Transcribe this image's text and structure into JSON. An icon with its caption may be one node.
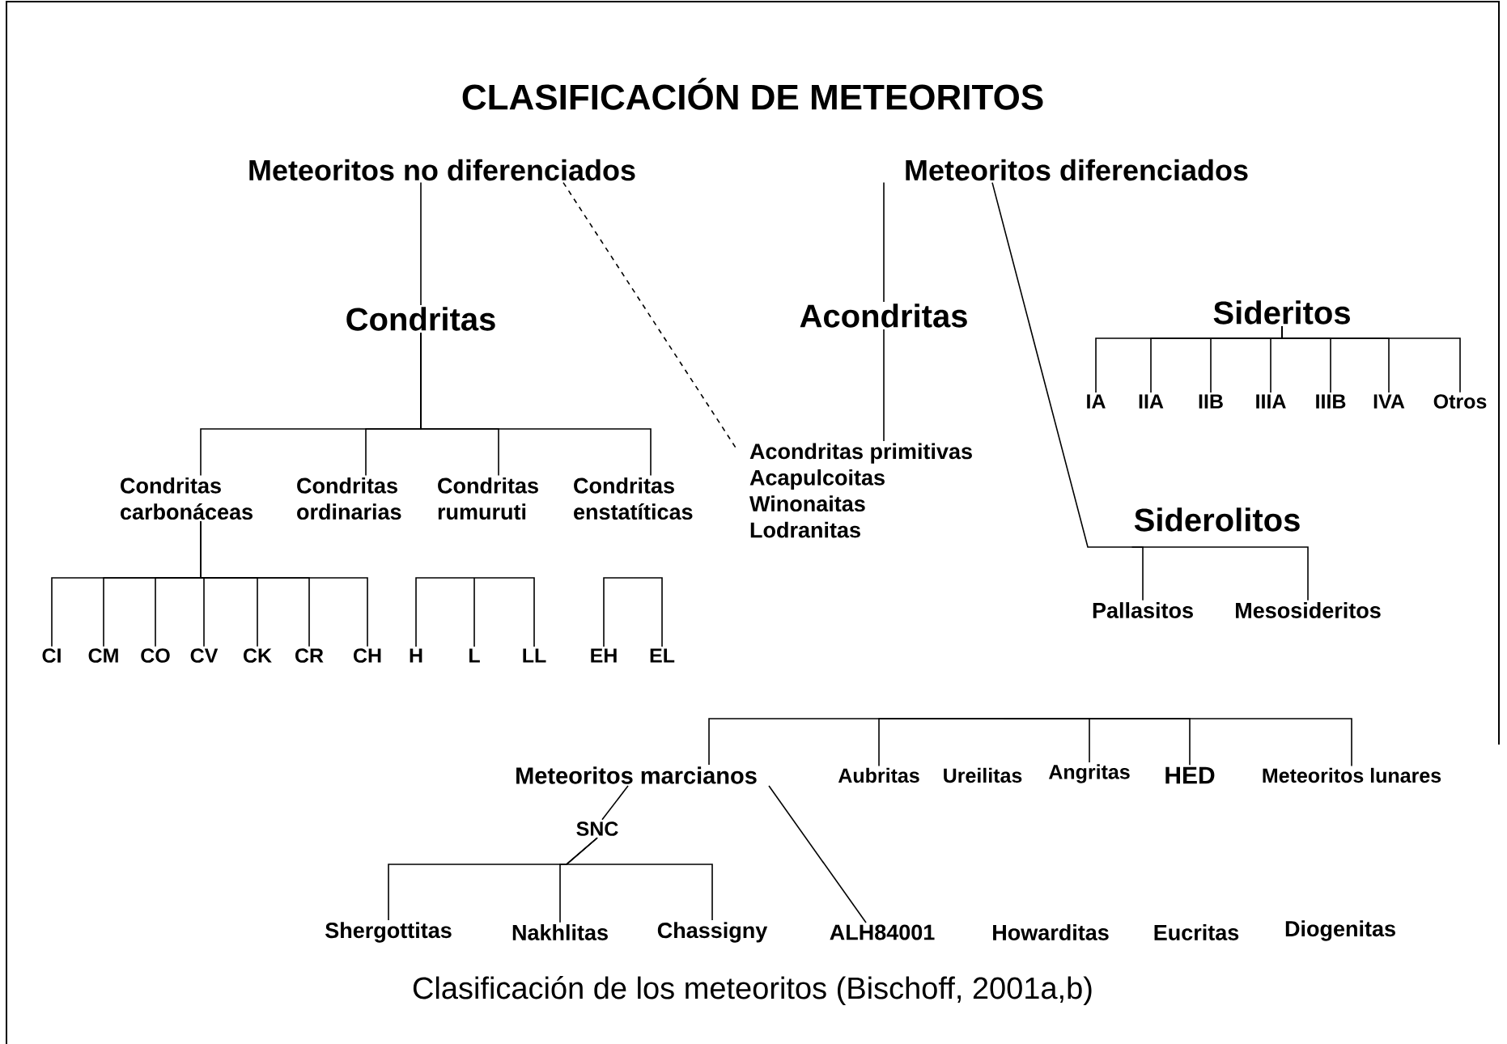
{
  "diagram": {
    "title": "CLASIFICACIÓN DE METEORITOS",
    "caption": "Clasificación de los meteoritos (Bischoff, 2001a,b)",
    "nodes": [
      {
        "text": [
          "Meteoritos no diferenciados"
        ]
      },
      {
        "text": [
          "Meteoritos diferenciados"
        ]
      },
      {
        "text": [
          "Condritas"
        ]
      },
      {
        "text": [
          "Condritas carbonáceas"
        ]
      },
      {
        "text": [
          "Condritas ordinarias"
        ]
      },
      {
        "text": [
          "Condritas rumuruti"
        ]
      },
      {
        "text": [
          "Condritas enstatíticas"
        ]
      },
      {
        "text": [
          "CI"
        ]
      },
      {
        "text": [
          "CM"
        ]
      },
      {
        "text": [
          "CO"
        ]
      },
      {
        "text": [
          "CV"
        ]
      },
      {
        "text": [
          "CK"
        ]
      },
      {
        "text": [
          "CR"
        ]
      },
      {
        "text": [
          "CH"
        ]
      },
      {
        "text": [
          "H"
        ]
      },
      {
        "text": [
          "L"
        ]
      },
      {
        "text": [
          "LL"
        ]
      },
      {
        "text": [
          "EH"
        ]
      },
      {
        "text": [
          "EL"
        ]
      },
      {
        "text": [
          "Acondritas"
        ]
      },
      {
        "text": [
          "Acondritas primitivas",
          "Acapulcoitas",
          "Winonaitas",
          "Lodranitas"
        ]
      },
      {
        "text": [
          "Sideritos"
        ]
      },
      {
        "text": [
          "IA"
        ]
      },
      {
        "text": [
          "IIA"
        ]
      },
      {
        "text": [
          "IIB"
        ]
      },
      {
        "text": [
          "IIIA"
        ]
      },
      {
        "text": [
          "IIIB"
        ]
      },
      {
        "text": [
          "IVA"
        ]
      },
      {
        "text": [
          "Otros"
        ]
      },
      {
        "text": [
          "Siderolitos"
        ]
      },
      {
        "text": [
          "Pallasitos"
        ]
      },
      {
        "text": [
          "Mesosideritos"
        ]
      },
      {
        "text": [
          "Meteoritos marcianos"
        ]
      },
      {
        "text": [
          "Aubritas"
        ]
      },
      {
        "text": [
          "Angritas"
        ]
      },
      {
        "text": [
          "HED"
        ]
      },
      {
        "text": [
          "Meteoritos lunares"
        ]
      },
      {
        "text": [
          "SNC"
        ]
      },
      {
        "text": [
          "Shergottitas"
        ]
      },
      {
        "text": [
          "Nakhlitas"
        ]
      },
      {
        "text": [
          "Chassigny"
        ]
      },
      {
        "text": [
          "ALH84001"
        ]
      }
    ],
    "edges": [
      {
        "from": 0,
        "to": 2,
        "arrow": "none"
      },
      {
        "from": 2,
        "to": 3,
        "arrow": "none"
      },
      {
        "from": 2,
        "to": 4,
        "arrow": "none"
      },
      {
        "from": 2,
        "to": 5,
        "arrow": "none"
      },
      {
        "from": 2,
        "to": 6,
        "arrow": "none"
      },
      {
        "from": 3,
        "to": 7,
        "arrow": "none"
      },
      {
        "from": 3,
        "to": 8,
        "arrow": "none"
      },
      {
        "from": 3,
        "to": 9,
        "arrow": "none"
      },
      {
        "from": 3,
        "to": 10,
        "arrow": "none"
      },
      {
        "from": 3,
        "to": 11,
        "arrow": "none"
      },
      {
        "from": 3,
        "to": 12,
        "arrow": "none"
      },
      {
        "from": 3,
        "to": 13,
        "arrow": "none"
      },
      {
        "from": null,
        "to": 14,
        "arrow": "none"
      },
      {
        "from": null,
        "to": 15,
        "arrow": "none"
      },
      {
        "from": null,
        "to": 16,
        "arrow": "none"
      },
      {
        "from": null,
        "to": 17,
        "arrow": "none"
      },
      {
        "from": null,
        "to": 18,
        "arrow": "none"
      },
      {
        "from": 0,
        "to": 20,
        "arrow": "none",
        "style": "dashed"
      },
      {
        "from": 1,
        "to": 19,
        "arrow": "none"
      },
      {
        "from": 19,
        "to": 20,
        "arrow": "none"
      },
      {
        "from": 1,
        "to": 29,
        "arrow": "none"
      },
      {
        "from": 29,
        "to": 30,
        "arrow": "none"
      },
      {
        "from": 29,
        "to": 31,
        "arrow": "none"
      },
      {
        "from": 21,
        "to": 22,
        "arrow": "none"
      },
      {
        "from": 21,
        "to": 23,
        "arrow": "none"
      },
      {
        "from": 21,
        "to": 24,
        "arrow": "none"
      },
      {
        "from": 21,
        "to": 25,
        "arrow": "none"
      },
      {
        "from": 21,
        "to": 26,
        "arrow": "none"
      },
      {
        "from": 21,
        "to": 27,
        "arrow": "none"
      },
      {
        "from": 21,
        "to": 28,
        "arrow": "none"
      },
      {
        "from": null,
        "to": 32,
        "arrow": "none"
      },
      {
        "from": null,
        "to": 33,
        "arrow": "none"
      },
      {
        "from": null,
        "to": 34,
        "arrow": "none"
      },
      {
        "from": null,
        "to": 35,
        "arrow": "none"
      },
      {
        "from": null,
        "to": 36,
        "arrow": "none"
      },
      {
        "from": 32,
        "to": 37,
        "arrow": "none"
      },
      {
        "from": 37,
        "to": 38,
        "arrow": "none"
      },
      {
        "from": 37,
        "to": 39,
        "arrow": "none"
      },
      {
        "from": 37,
        "to": 40,
        "arrow": "none"
      },
      {
        "from": 32,
        "to": 41,
        "arrow": "none"
      }
    ],
    "labels": [
      "Ureilitas",
      "Howarditas",
      "Eucritas",
      "Diogenitas"
    ]
  }
}
